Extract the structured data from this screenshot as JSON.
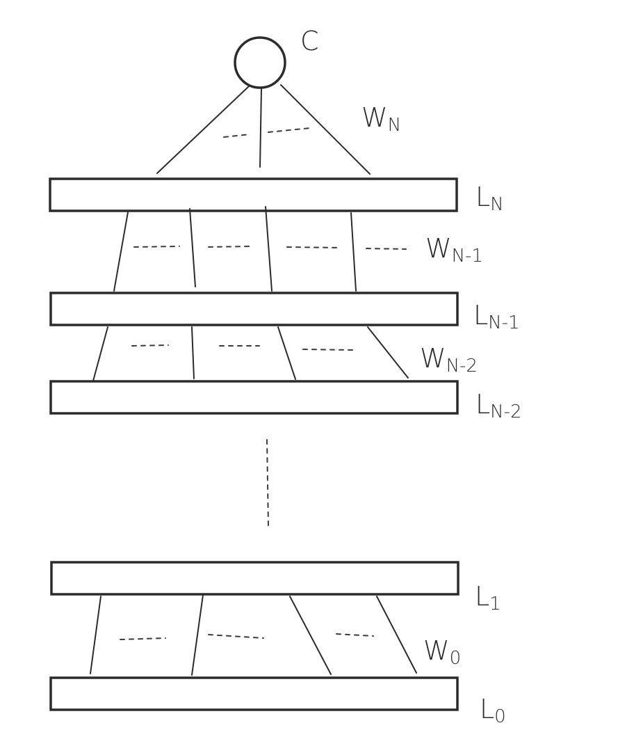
{
  "diagram": {
    "output_node": {
      "label": "C"
    },
    "weights": {
      "top": {
        "main": "W",
        "sub": "N"
      },
      "n_minus_1": {
        "main": "W",
        "sub": "N-1"
      },
      "n_minus_2": {
        "main": "W",
        "sub": "N-2"
      },
      "zero": {
        "main": "W",
        "sub": "0"
      }
    },
    "layers": {
      "n": {
        "main": "L",
        "sub": "N"
      },
      "n_minus_1": {
        "main": "L",
        "sub": "N-1"
      },
      "n_minus_2": {
        "main": "L",
        "sub": "N-2"
      },
      "one": {
        "main": "L",
        "sub": "1"
      },
      "zero": {
        "main": "L",
        "sub": "0"
      }
    }
  }
}
